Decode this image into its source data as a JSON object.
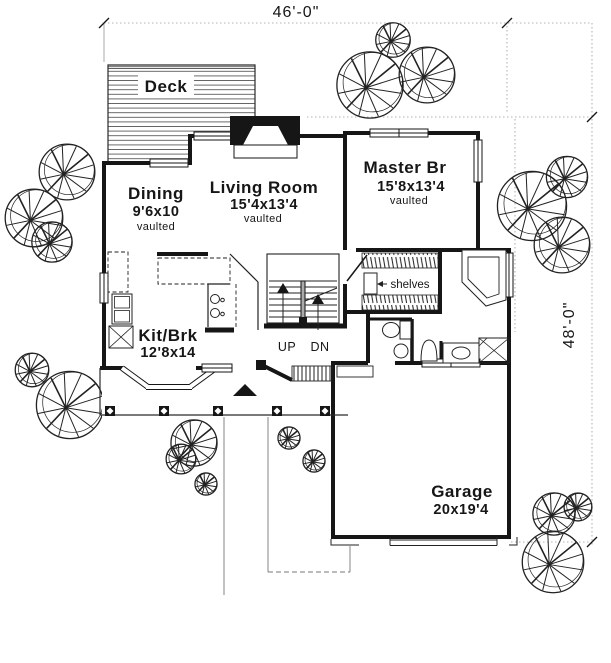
{
  "drawing": {
    "type": "house floor plan - first floor site plan"
  },
  "dimensions": {
    "width_label": "46'-0\"",
    "height_label": "48'-0\""
  },
  "rooms": {
    "deck": {
      "name": "Deck"
    },
    "dining": {
      "name": "Dining",
      "size": "9'6x10",
      "note": "vaulted"
    },
    "living": {
      "name": "Living Room",
      "size": "15'4x13'4",
      "note": "vaulted"
    },
    "master": {
      "name": "Master Br",
      "size": "15'8x13'4",
      "note": "vaulted"
    },
    "kitchen": {
      "name": "Kit/Brk",
      "size": "12'8x14"
    },
    "garage": {
      "name": "Garage",
      "size": "20x19'4"
    }
  },
  "labels": {
    "shelves": "shelves",
    "up": "UP",
    "dn": "DN"
  },
  "colors": {
    "ink": "#161616",
    "guide": "#9a9a9a",
    "paper": "#ffffff"
  }
}
